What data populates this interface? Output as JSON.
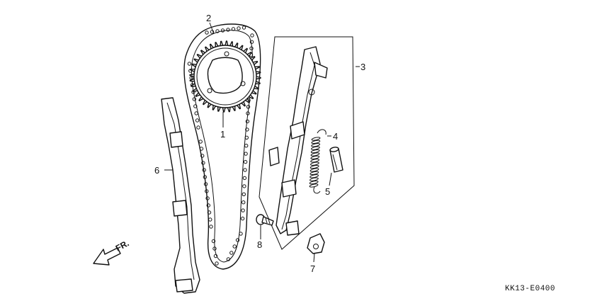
{
  "callouts": [
    {
      "id": "1",
      "label": "1"
    },
    {
      "id": "2",
      "label": "2"
    },
    {
      "id": "3",
      "label": "3"
    },
    {
      "id": "4",
      "label": "4"
    },
    {
      "id": "5",
      "label": "5"
    },
    {
      "id": "6",
      "label": "6"
    },
    {
      "id": "7",
      "label": "7"
    },
    {
      "id": "8",
      "label": "8"
    }
  ],
  "front_indicator": "FR.",
  "diagram_code": "KK13-E0400",
  "icons": {
    "front_arrow": "front-direction-arrow-icon"
  }
}
